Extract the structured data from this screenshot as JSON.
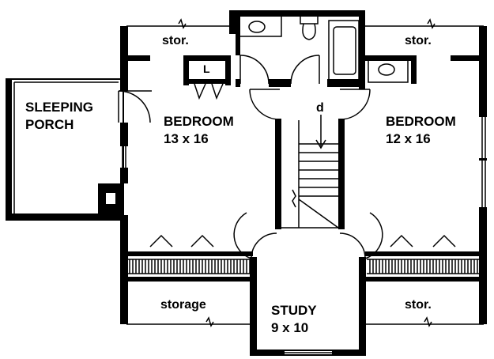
{
  "rooms": {
    "sleeping_porch": {
      "line1": "SLEEPING",
      "line2": "PORCH"
    },
    "bedroom_left": {
      "name": "BEDROOM",
      "size": "13 x 16"
    },
    "bedroom_right": {
      "name": "BEDROOM",
      "size": "12 x 16"
    },
    "study": {
      "name": "STUDY",
      "size": "9 x 10"
    },
    "stor_top_left": "stor.",
    "stor_top_right": "stor.",
    "storage_bottom_left": "storage",
    "stor_bottom_right": "stor.",
    "linen": "L",
    "stair_down": "d"
  },
  "colors": {
    "wall": "#000000",
    "background": "#ffffff"
  }
}
